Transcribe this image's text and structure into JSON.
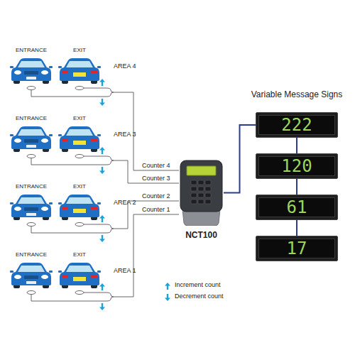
{
  "diagram": {
    "nodes": [
      {
        "text": [
          "NCT100"
        ]
      },
      {
        "text": [
          "222"
        ]
      },
      {
        "text": [
          "120"
        ]
      },
      {
        "text": [
          "61"
        ]
      },
      {
        "text": [
          "17"
        ]
      }
    ],
    "edges": [
      {
        "from": 0,
        "to": 1,
        "arrow": "none"
      },
      {
        "from": 1,
        "to": 2,
        "arrow": "none"
      },
      {
        "from": 2,
        "to": 3,
        "arrow": "none"
      },
      {
        "from": 3,
        "to": 4,
        "arrow": "none"
      }
    ],
    "labels": [
      "ENTRANCE",
      "EXIT",
      "AREA 4",
      "ENTRANCE",
      "EXIT",
      "AREA 3",
      "ENTRANCE",
      "EXIT",
      "AREA 2",
      "ENTRANCE",
      "EXIT",
      "AREA 1",
      "Counter 4",
      "Counter 3",
      "Counter 2",
      "Counter 1",
      "Variable Message Signs"
    ],
    "legend": [
      {
        "text": "Increment count"
      },
      {
        "text": "Decrement count"
      }
    ]
  }
}
